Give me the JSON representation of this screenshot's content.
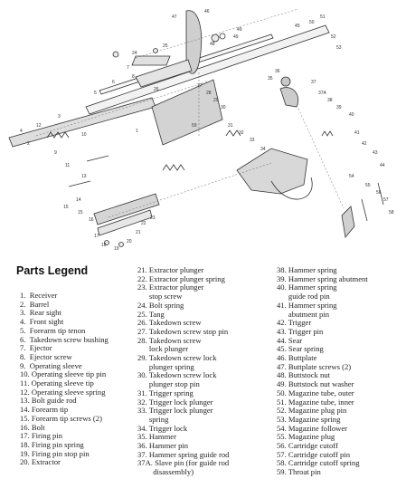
{
  "legend": {
    "title": "Parts Legend",
    "col1": [
      "1.  Receiver",
      "2.  Barrel",
      "3.  Rear sight",
      "4.  Front sight",
      "5.  Forearm tip tenon",
      "6.  Takedown screw bushing",
      "7.  Ejector",
      "8.  Ejector screw",
      "9.  Operating sleeve",
      "10. Operating sleeve tip pin",
      "11. Operating sleeve tip",
      "12. Operating sleeve spring",
      "13. Bolt guide rod",
      "14. Forearm tip",
      "15. Forearm tip screws (2)",
      "16. Bolt",
      "17. Firing pin",
      "18. Firing pin spring",
      "19. Firing pin stop pin",
      "20. Extractor"
    ],
    "col2": [
      "21. Extractor plunger",
      "22. Extractor plunger spring",
      "23. Extractor plunger",
      "      stop screw",
      "24. Bolt spring",
      "25. Tang",
      "26. Takedown screw",
      "27. Takedown screw stop pin",
      "28. Takedown screw",
      "      lock plunger",
      "29. Takedown screw lock",
      "      plunger spring",
      "30. Takedown screw lock",
      "      plunger stop pin",
      "31. Trigger spring",
      "32. Trigger lock plunger",
      "33. Trigger lock plunger",
      "      spring",
      "34. Trigger lock",
      "35. Hammer",
      "36. Hammer pin",
      "37. Hammer spring guide rod",
      "37A. Slave pin (for guide rod",
      "        disassembly)"
    ],
    "col3": [
      "38. Hammer spring",
      "39. Hammer spring abutment",
      "40. Hammer spring",
      "      guide rod pin",
      "41. Hammer spring",
      "      abutment pin",
      "42. Trigger",
      "43. Trigger pin",
      "44. Sear",
      "45. Sear spring",
      "46. Buttplate",
      "47. Buttplate screws (2)",
      "48. Buttstock nut",
      "49. Buttstock nut washer",
      "50. Magazine tube, outer",
      "51. Magazine tube, inner",
      "52. Magazine plug pin",
      "53. Magazine spring",
      "54. Magazine follower",
      "55. Magazine plug",
      "56. Cartridge cutoff",
      "57. Cartridge cutoff pin",
      "58. Cartridge cutoff spring",
      "59. Throat pin"
    ]
  },
  "diagram": {
    "callouts": [
      "47",
      "46",
      "48",
      "49",
      "49",
      "24",
      "25",
      "7",
      "8",
      "6",
      "26",
      "5",
      "3",
      "4",
      "10",
      "12",
      "9",
      "11",
      "13",
      "14",
      "15",
      "15",
      "16",
      "17",
      "18",
      "19",
      "20",
      "21",
      "22",
      "23",
      "27",
      "28",
      "29",
      "30",
      "31",
      "32",
      "33",
      "34",
      "35",
      "36",
      "37",
      "37A",
      "38",
      "39",
      "40",
      "41",
      "42",
      "43",
      "44",
      "45",
      "50",
      "51",
      "52",
      "53",
      "54",
      "55",
      "56",
      "57",
      "58",
      "59",
      "1",
      "2"
    ]
  }
}
